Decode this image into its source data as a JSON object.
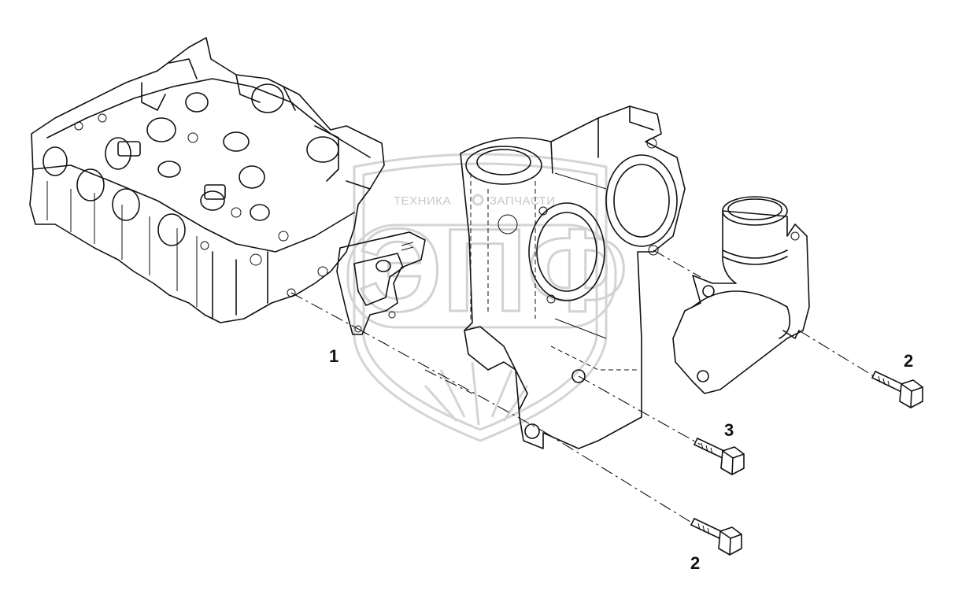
{
  "watermark": {
    "left_text": "ТЕХНИКА",
    "right_text": "ЗАПЧАСТИ",
    "emblem_letters": "ЭПФ"
  },
  "callouts": [
    {
      "id": "gasket",
      "label": "1"
    },
    {
      "id": "bolt-upper-right",
      "label": "2"
    },
    {
      "id": "bolt-middle",
      "label": "3"
    },
    {
      "id": "bolt-lower",
      "label": "2"
    }
  ]
}
